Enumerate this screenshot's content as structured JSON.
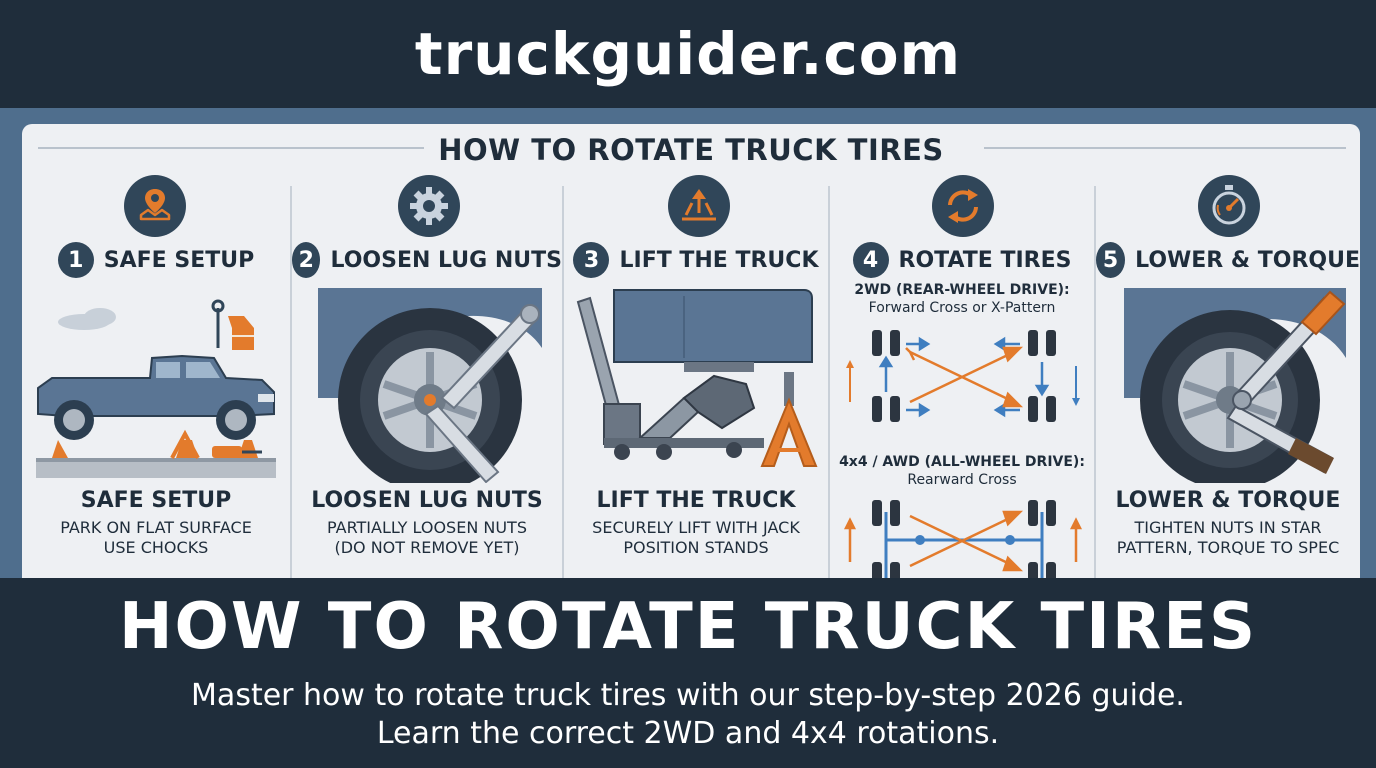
{
  "site": {
    "name": "truckguider.com"
  },
  "infographic": {
    "title": "HOW TO ROTATE TRUCK TIRES",
    "steps": [
      {
        "number": "1",
        "label": "SAFE SETUP",
        "icon": "map-pin-icon",
        "caption_title": "SAFE SETUP",
        "caption_lines": [
          "PARK ON FLAT SURFACE",
          "USE CHOCKS"
        ]
      },
      {
        "number": "2",
        "label": "LOOSEN LUG NUTS",
        "icon": "gear-icon",
        "caption_title": "LOOSEN LUG NUTS",
        "caption_lines": [
          "PARTIALLY LOOSEN NUTS",
          "(DO NOT REMOVE YET)"
        ]
      },
      {
        "number": "3",
        "label": "LIFT THE TRUCK",
        "icon": "lift-arrow-icon",
        "caption_title": "LIFT THE TRUCK",
        "caption_lines": [
          "SECURELY LIFT WITH JACK",
          "POSITION STANDS"
        ]
      },
      {
        "number": "4",
        "label": "ROTATE TIRES",
        "icon": "rotate-icon",
        "patterns": [
          {
            "heading": "2WD (REAR-WHEEL DRIVE):",
            "name": "Forward Cross or X-Pattern"
          },
          {
            "heading": "4x4 / AWD (ALL-WHEEL DRIVE):",
            "name": "Rearward Cross"
          }
        ]
      },
      {
        "number": "5",
        "label": "LOWER & TORQUE",
        "icon": "gauge-icon",
        "caption_title": "LOWER & TORQUE",
        "caption_lines": [
          "TIGHTEN NUTS IN STAR",
          "PATTERN, TORQUE TO SPEC"
        ]
      }
    ]
  },
  "footer": {
    "headline": "HOW TO ROTATE TRUCK TIRES",
    "sub_lines": [
      "Master how to rotate truck tires with our step-by-step 2026 guide.",
      "Learn the correct 2WD and 4x4 rotations."
    ]
  },
  "colors": {
    "navy": "#1f2d3b",
    "steel": "#4f6e8d",
    "accent_orange": "#e37b2c",
    "arrow_blue": "#3f7ec0",
    "truck_blue": "#5a7594"
  }
}
